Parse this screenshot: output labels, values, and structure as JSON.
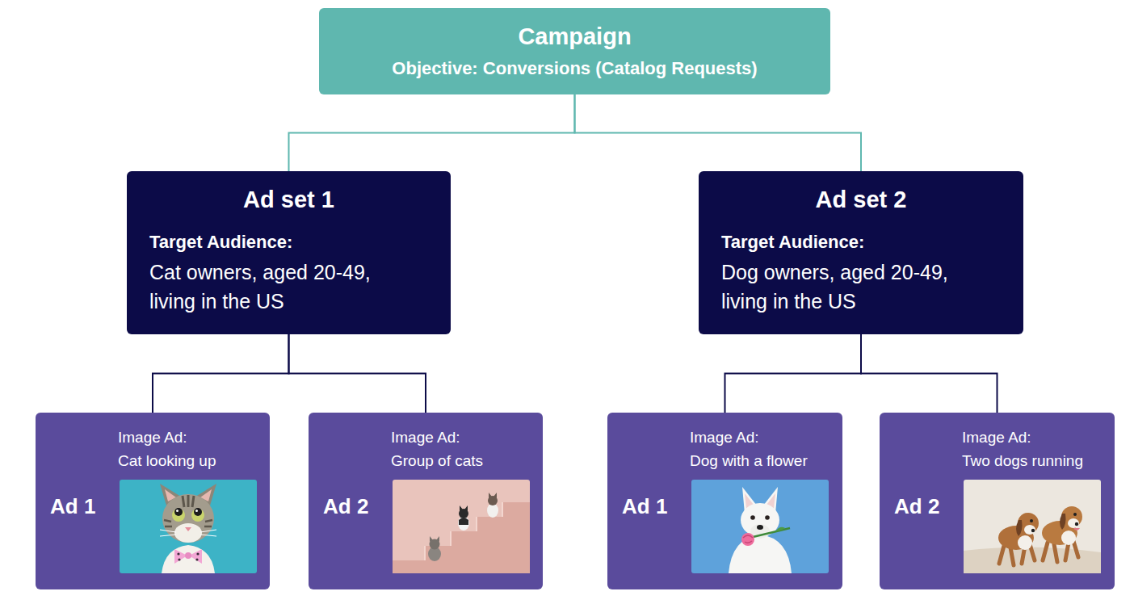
{
  "diagram": {
    "nodes": [
      {
        "text": [
          "Campaign",
          "Objective: Conversions (Catalog Requests)"
        ]
      },
      {
        "text": [
          "Ad set 1",
          "Target Audience:",
          "Cat owners, aged 20-49, living in the US"
        ]
      },
      {
        "text": [
          "Ad set 2",
          "Target Audience:",
          "Dog owners, aged 20-49, living in the US"
        ]
      },
      {
        "text": [
          "Image Ad:",
          "Cat looking up",
          "Ad 1"
        ]
      },
      {
        "text": [
          "Image Ad:",
          "Group of cats",
          "Ad 2"
        ]
      },
      {
        "text": [
          "Image Ad:",
          "Dog with a flower",
          "Ad 1"
        ]
      },
      {
        "text": [
          "Image Ad:",
          "Two dogs running",
          "Ad 2"
        ]
      }
    ],
    "edges": [
      {
        "from": 0,
        "to": 1,
        "arrow": "none"
      },
      {
        "from": 0,
        "to": 2,
        "arrow": "none"
      },
      {
        "from": 1,
        "to": 3,
        "arrow": "none"
      },
      {
        "from": 1,
        "to": 4,
        "arrow": "none"
      },
      {
        "from": 2,
        "to": 5,
        "arrow": "none"
      },
      {
        "from": 2,
        "to": 6,
        "arrow": "none"
      }
    ]
  }
}
